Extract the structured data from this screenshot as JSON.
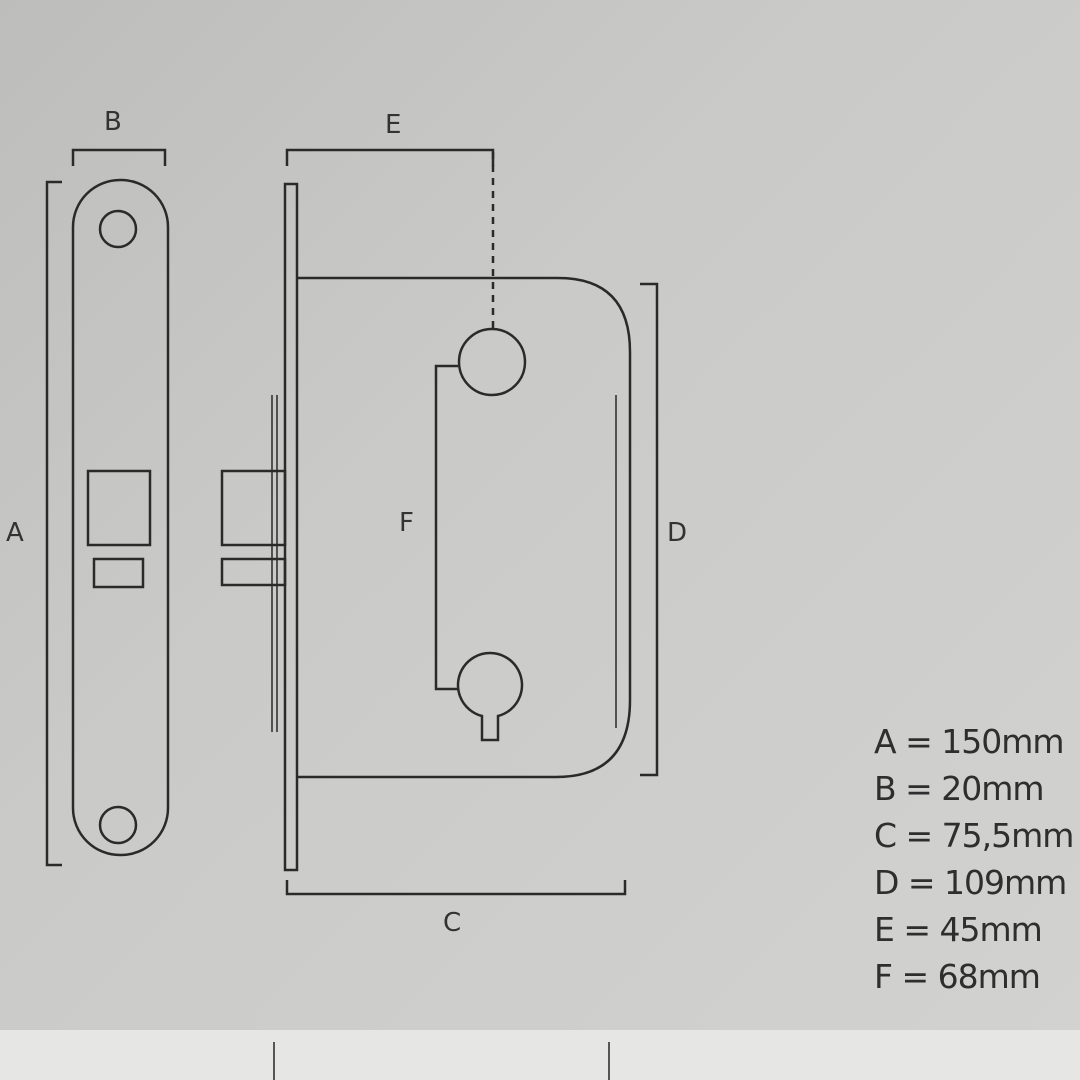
{
  "labels": {
    "a": "A",
    "b": "B",
    "c": "C",
    "d": "D",
    "e": "E",
    "f": "F"
  },
  "legend": [
    "A = 150mm",
    "B = 20mm",
    "C = 75,5mm",
    "D = 109mm",
    "E = 45mm",
    "F = 68mm"
  ],
  "colors": {
    "line": "#2a2a2a",
    "background": "#c8c8c6"
  }
}
